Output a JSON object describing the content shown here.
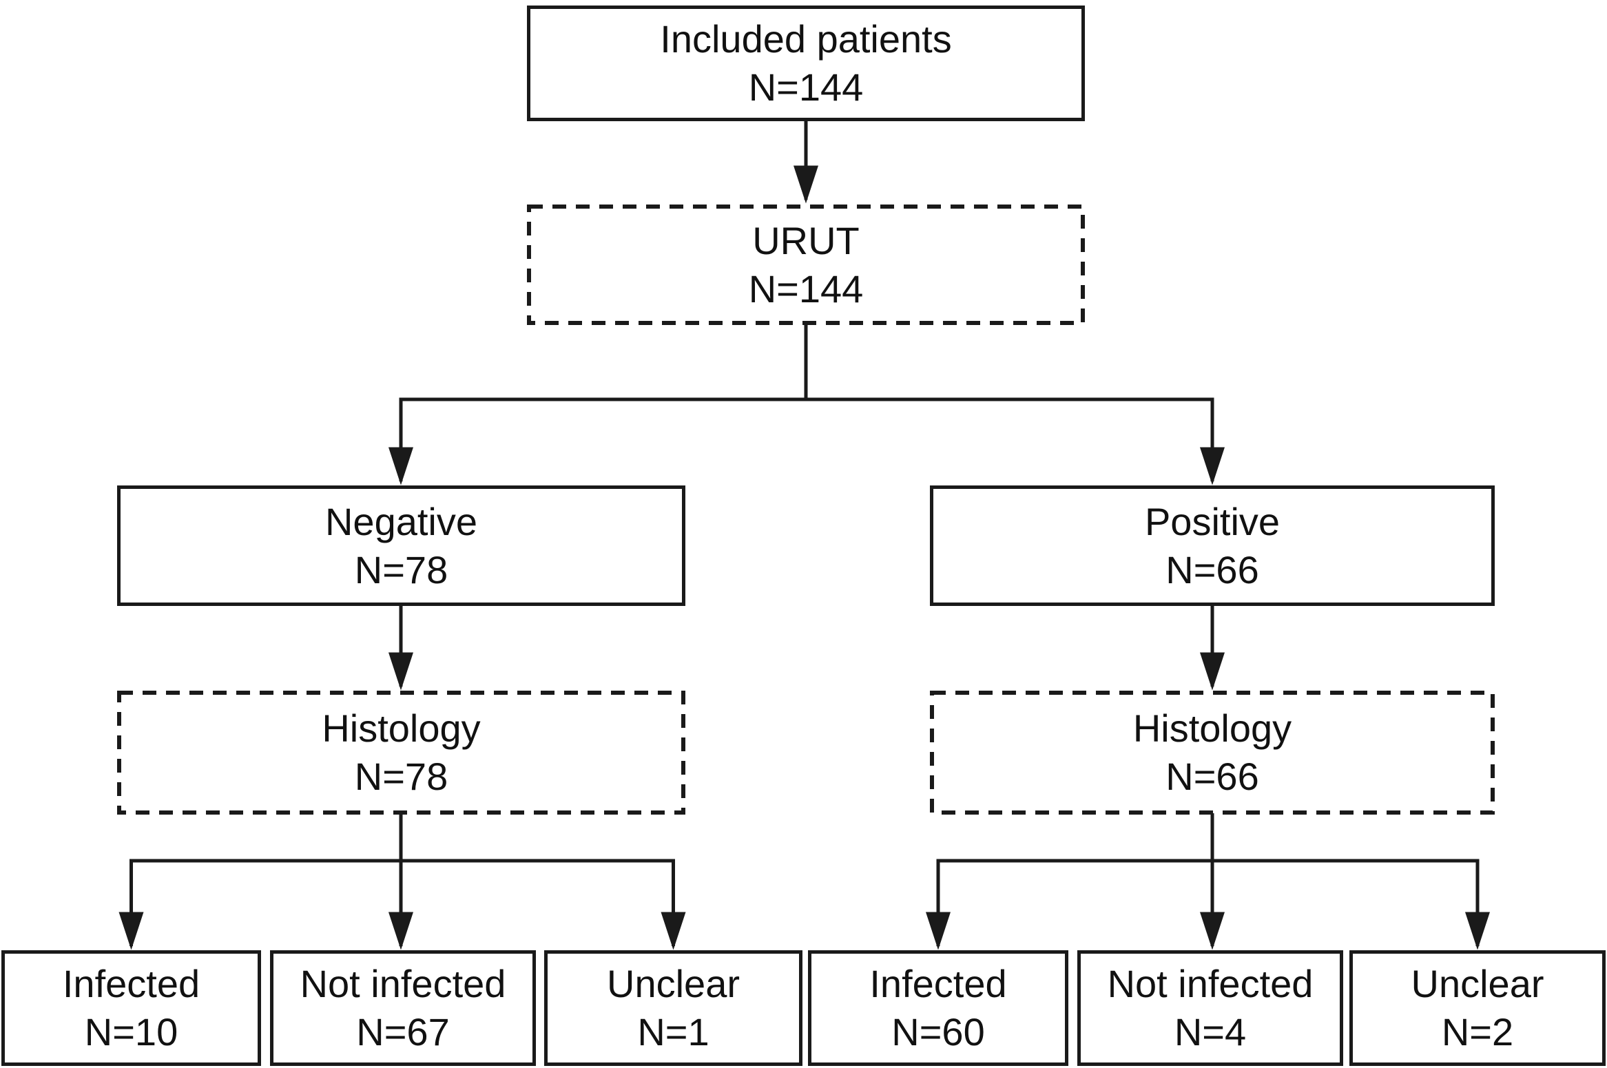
{
  "figure": {
    "type": "flowchart",
    "background_color": "#ffffff",
    "line_color": "#1a1a1a",
    "text_color": "#111111",
    "nodes": {
      "included": {
        "label": "Included patients",
        "count": "N=144"
      },
      "urut": {
        "label": "URUT",
        "count": "N=144"
      },
      "negative": {
        "label": "Negative",
        "count": "N=78"
      },
      "positive": {
        "label": "Positive",
        "count": "N=66"
      },
      "histology_negative": {
        "label": "Histology",
        "count": "N=78"
      },
      "histology_positive": {
        "label": "Histology",
        "count": "N=66"
      },
      "negative_infected": {
        "label": "Infected",
        "count": "N=10"
      },
      "negative_not_infected": {
        "label": "Not infected",
        "count": "N=67"
      },
      "negative_unclear": {
        "label": "Unclear",
        "count": "N=1"
      },
      "positive_infected": {
        "label": "Infected",
        "count": "N=60"
      },
      "positive_not_infected": {
        "label": "Not infected",
        "count": "N=4"
      },
      "positive_unclear": {
        "label": "Unclear",
        "count": "N=2"
      }
    },
    "edges": [
      {
        "from": "included",
        "to": "urut"
      },
      {
        "from": "urut",
        "to": "negative"
      },
      {
        "from": "urut",
        "to": "positive"
      },
      {
        "from": "negative",
        "to": "histology_negative"
      },
      {
        "from": "positive",
        "to": "histology_positive"
      },
      {
        "from": "histology_negative",
        "to": "negative_infected"
      },
      {
        "from": "histology_negative",
        "to": "negative_not_infected"
      },
      {
        "from": "histology_negative",
        "to": "negative_unclear"
      },
      {
        "from": "histology_positive",
        "to": "positive_infected"
      },
      {
        "from": "histology_positive",
        "to": "positive_not_infected"
      },
      {
        "from": "histology_positive",
        "to": "positive_unclear"
      }
    ]
  }
}
